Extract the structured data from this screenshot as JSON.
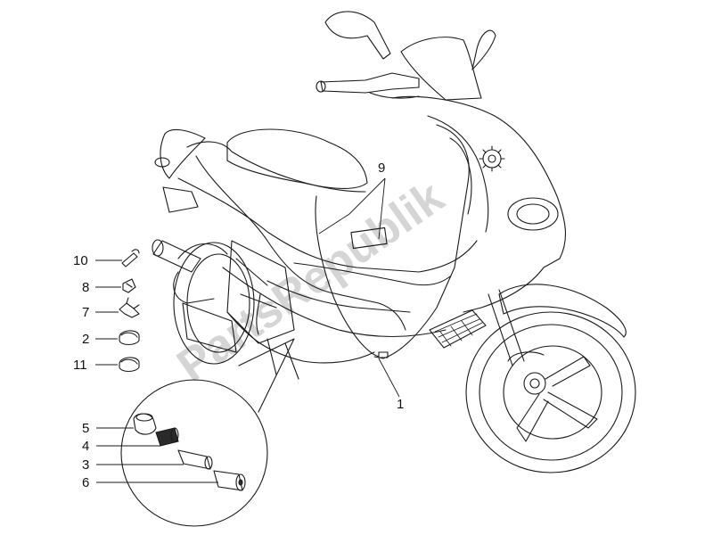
{
  "watermark": "PartsRepublik",
  "callouts": {
    "c1": "1",
    "c2": "2",
    "c3": "3",
    "c4": "4",
    "c5": "5",
    "c6": "6",
    "c7": "7",
    "c8": "8",
    "c9": "9",
    "c10": "10",
    "c11": "11"
  },
  "colors": {
    "line": "#1a1a1a",
    "watermark": "#c8c8c8",
    "background": "#ffffff"
  }
}
